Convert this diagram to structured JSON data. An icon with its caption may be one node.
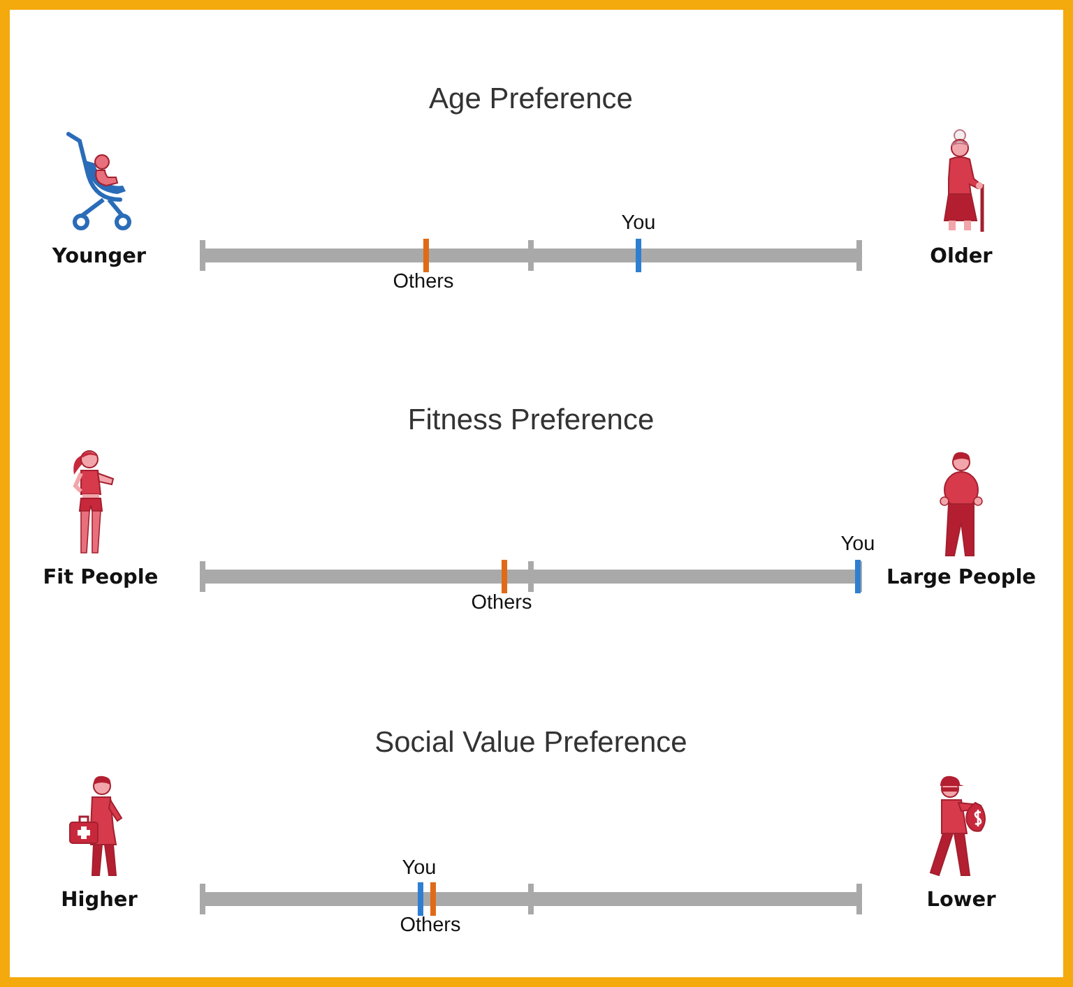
{
  "diagram": {
    "labels": [
      "Age Preference",
      "You",
      "Younger",
      "Older",
      "Others",
      "Fitness Preference",
      "You",
      "Fit People",
      "Large People",
      "Others",
      "Social Value Preference",
      "You",
      "Higher",
      "Lower",
      "Others"
    ]
  }
}
